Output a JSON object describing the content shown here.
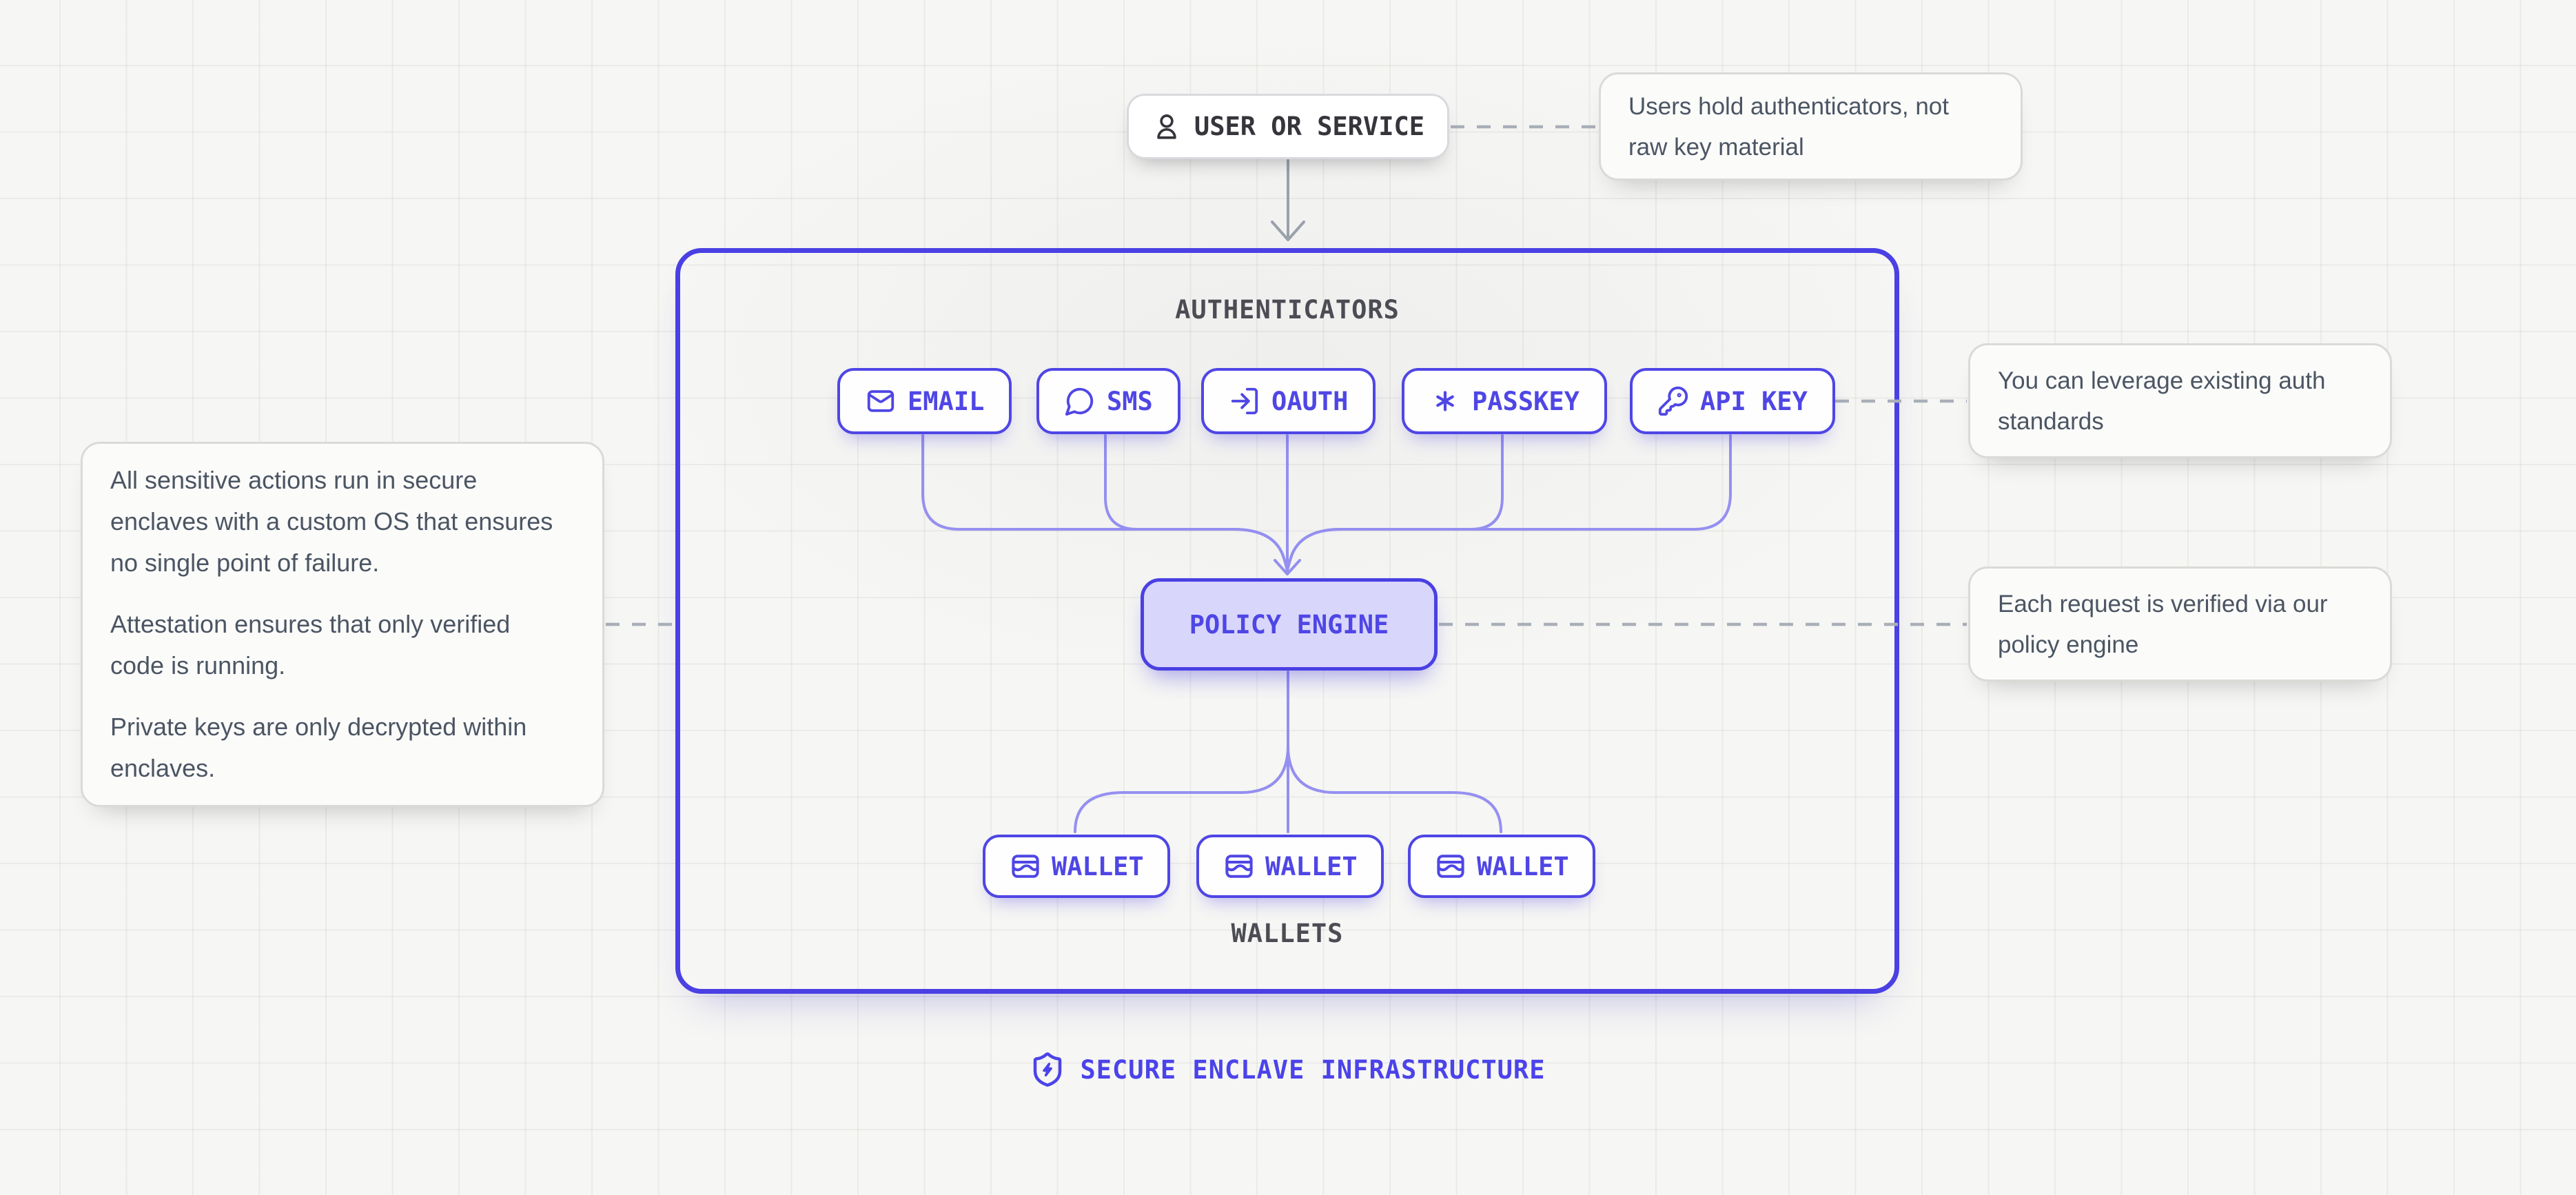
{
  "colors": {
    "accent": "#4f46e5",
    "box_border": "#4a40e3",
    "connector_soft": "#8d87f0",
    "policy_fill": "#d9d6fb",
    "gray_arrow": "#9aa1ab",
    "dashed_link": "#a9afb8",
    "annotation_text": "#4b5563",
    "label_gray": "#4c4c54",
    "dark_text": "#35353b",
    "background": "#f6f6f4"
  },
  "user_node": {
    "label": "USER OR SERVICE",
    "icon": "user-icon"
  },
  "container": {
    "title": "AUTHENTICATORS"
  },
  "authenticators": [
    {
      "label": "EMAIL",
      "icon": "mail-icon"
    },
    {
      "label": "SMS",
      "icon": "message-bubble-icon"
    },
    {
      "label": "OAUTH",
      "icon": "login-arrow-icon"
    },
    {
      "label": "PASSKEY",
      "icon": "asterisk-icon"
    },
    {
      "label": "API KEY",
      "icon": "key-icon"
    }
  ],
  "policy_engine": {
    "label": "POLICY ENGINE"
  },
  "wallets": {
    "title": "WALLETS",
    "items": [
      {
        "label": "WALLET",
        "icon": "wallet-icon"
      },
      {
        "label": "WALLET",
        "icon": "wallet-icon"
      },
      {
        "label": "WALLET",
        "icon": "wallet-icon"
      }
    ]
  },
  "footer": {
    "label": "SECURE ENCLAVE INFRASTRUCTURE",
    "icon": "shield-bolt-icon"
  },
  "annotations": {
    "top": {
      "text": "Users hold authenticators, not raw key material"
    },
    "auth_standards": {
      "text": "You can leverage existing auth standards"
    },
    "policy": {
      "text": "Each request is verified via our policy engine"
    },
    "left": {
      "paragraphs": [
        "All sensitive actions run in secure enclaves with a custom OS that ensures no single point of failure.",
        "Attestation ensures that only verified code is running.",
        "Private keys are only decrypted within enclaves."
      ]
    }
  }
}
